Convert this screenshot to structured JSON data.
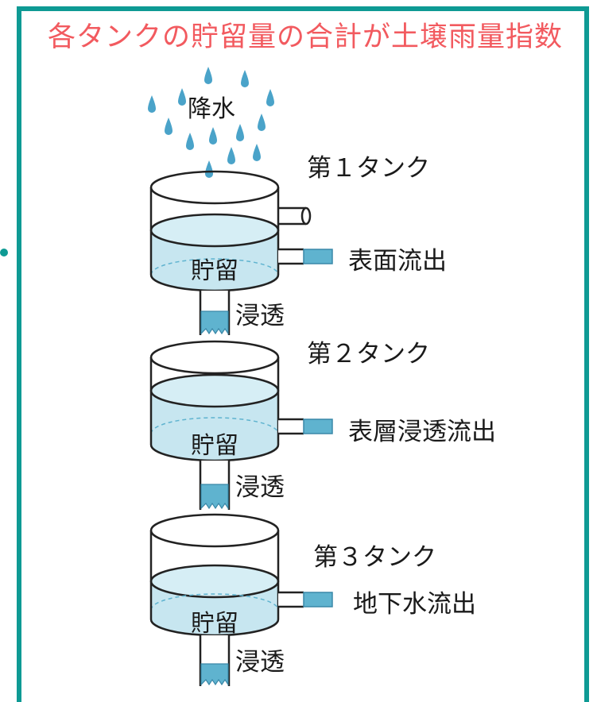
{
  "title": "各タンクの貯留量の合計が土壌雨量指数",
  "rain_label": "降水",
  "tanks": [
    {
      "name": "第１タンク",
      "storage": "貯留",
      "outflows": [
        "表面流出"
      ],
      "infiltration": "浸透"
    },
    {
      "name": "第２タンク",
      "storage": "貯留",
      "outflows": [
        "表層浸透流出"
      ],
      "infiltration": "浸透"
    },
    {
      "name": "第３タンク",
      "storage": "貯留",
      "outflows": [
        "地下水流出"
      ],
      "infiltration": "浸透"
    }
  ],
  "colors": {
    "title": "#f25a5f",
    "frame": "#0e9a94",
    "water": "#c7e6f0",
    "water_stream": "#5fb3cf",
    "raindrop": "#4aa3c9"
  }
}
